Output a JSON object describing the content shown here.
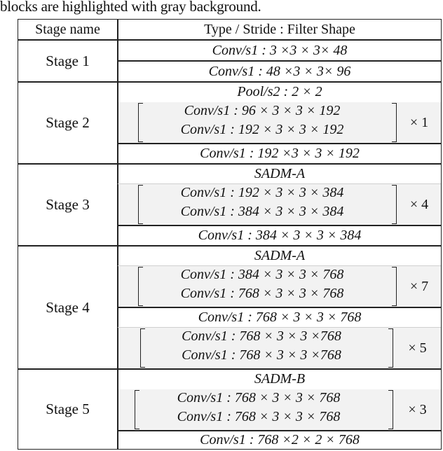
{
  "caption": "blocks are highlighted with gray background.",
  "table": {
    "headers": [
      "Stage name",
      "Type / Stride : Filter Shape"
    ],
    "highlight_color": "#f2f2f2",
    "stages": [
      {
        "name": "Stage 1",
        "rows": [
          {
            "kind": "plain",
            "text": "Conv/s1 : 3 ×3 × 3× 48"
          },
          {
            "kind": "plain",
            "text": "Conv/s1 : 48 ×3 × 3× 96"
          }
        ]
      },
      {
        "name": "Stage 2",
        "rows": [
          {
            "kind": "plain",
            "text": "Pool/s2 : 2 × 2"
          },
          {
            "kind": "block",
            "lines": [
              "Conv/s1 : 96 × 3 × 3 × 192",
              "Conv/s1 : 192 × 3 × 3 × 192"
            ],
            "repeat": "× 1"
          },
          {
            "kind": "plain",
            "text": "Conv/s1 : 192 ×3 × 3 × 192"
          }
        ]
      },
      {
        "name": "Stage 3",
        "rows": [
          {
            "kind": "plain",
            "text": "SADM-A"
          },
          {
            "kind": "block",
            "lines": [
              "Conv/s1 : 192 × 3 × 3 × 384",
              "Conv/s1 : 384 × 3 × 3 × 384"
            ],
            "repeat": "× 4"
          },
          {
            "kind": "plain",
            "text": "Conv/s1 : 384 × 3 × 3 × 384"
          }
        ]
      },
      {
        "name": "Stage 4",
        "rows": [
          {
            "kind": "plain",
            "text": "SADM-A"
          },
          {
            "kind": "block",
            "lines": [
              "Conv/s1 : 384 × 3 × 3 × 768",
              "Conv/s1 : 768 × 3 × 3 × 768"
            ],
            "repeat": "× 7"
          },
          {
            "kind": "plain",
            "text": "Conv/s1 : 768 × 3 × 3 × 768"
          },
          {
            "kind": "block",
            "lines": [
              "Conv/s1 : 768 × 3 × 3 ×768",
              "Conv/s1 : 768 × 3 × 3 ×768"
            ],
            "repeat": "× 5"
          }
        ]
      },
      {
        "name": "Stage 5",
        "rows": [
          {
            "kind": "plain",
            "text": "SADM-B"
          },
          {
            "kind": "block",
            "lines": [
              "Conv/s1 : 768 × 3 × 3 × 768",
              "Conv/s1 : 768 × 3 × 3 × 768"
            ],
            "repeat": "× 3"
          },
          {
            "kind": "plain",
            "text": "Conv/s1 : 768 ×2 × 2 × 768"
          }
        ]
      }
    ]
  }
}
